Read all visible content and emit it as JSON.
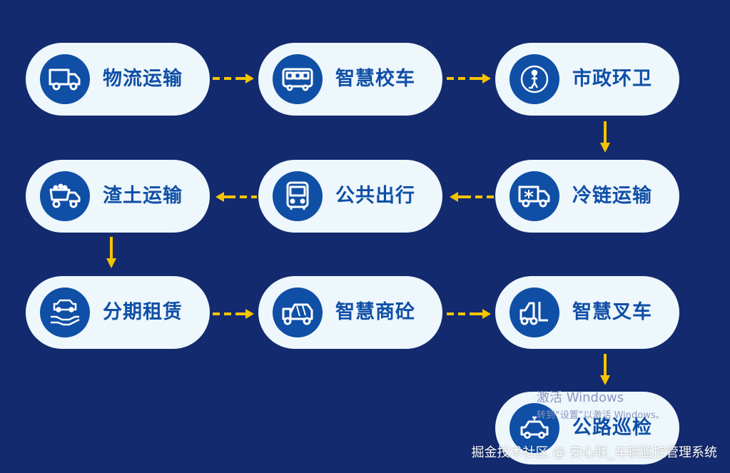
{
  "colors": {
    "background": "#132a6e",
    "pill": "#eef7fc",
    "icon_circle": "#0f4fa6",
    "label_text": "#0f4fa6",
    "arrow": "#f5c400"
  },
  "items": [
    {
      "label": "物流运输",
      "icon": "truck-icon"
    },
    {
      "label": "智慧校车",
      "icon": "school-bus-icon"
    },
    {
      "label": "市政环卫",
      "icon": "sanitation-worker-icon"
    },
    {
      "label": "冷链运输",
      "icon": "refrigerated-truck-icon"
    },
    {
      "label": "公共出行",
      "icon": "city-bus-icon"
    },
    {
      "label": "渣土运输",
      "icon": "dump-truck-icon"
    },
    {
      "label": "分期租赁",
      "icon": "car-in-hand-icon"
    },
    {
      "label": "智慧商砼",
      "icon": "concrete-mixer-icon"
    },
    {
      "label": "智慧叉车",
      "icon": "forklift-icon"
    },
    {
      "label": "公路巡检",
      "icon": "patrol-car-icon"
    }
  ],
  "watermark": {
    "line1": "激活 Windows",
    "line2": "转到“设置”以激活 Windows。"
  },
  "credit": "掘金技术社区 @ 安心联_车辆监控管理系统"
}
